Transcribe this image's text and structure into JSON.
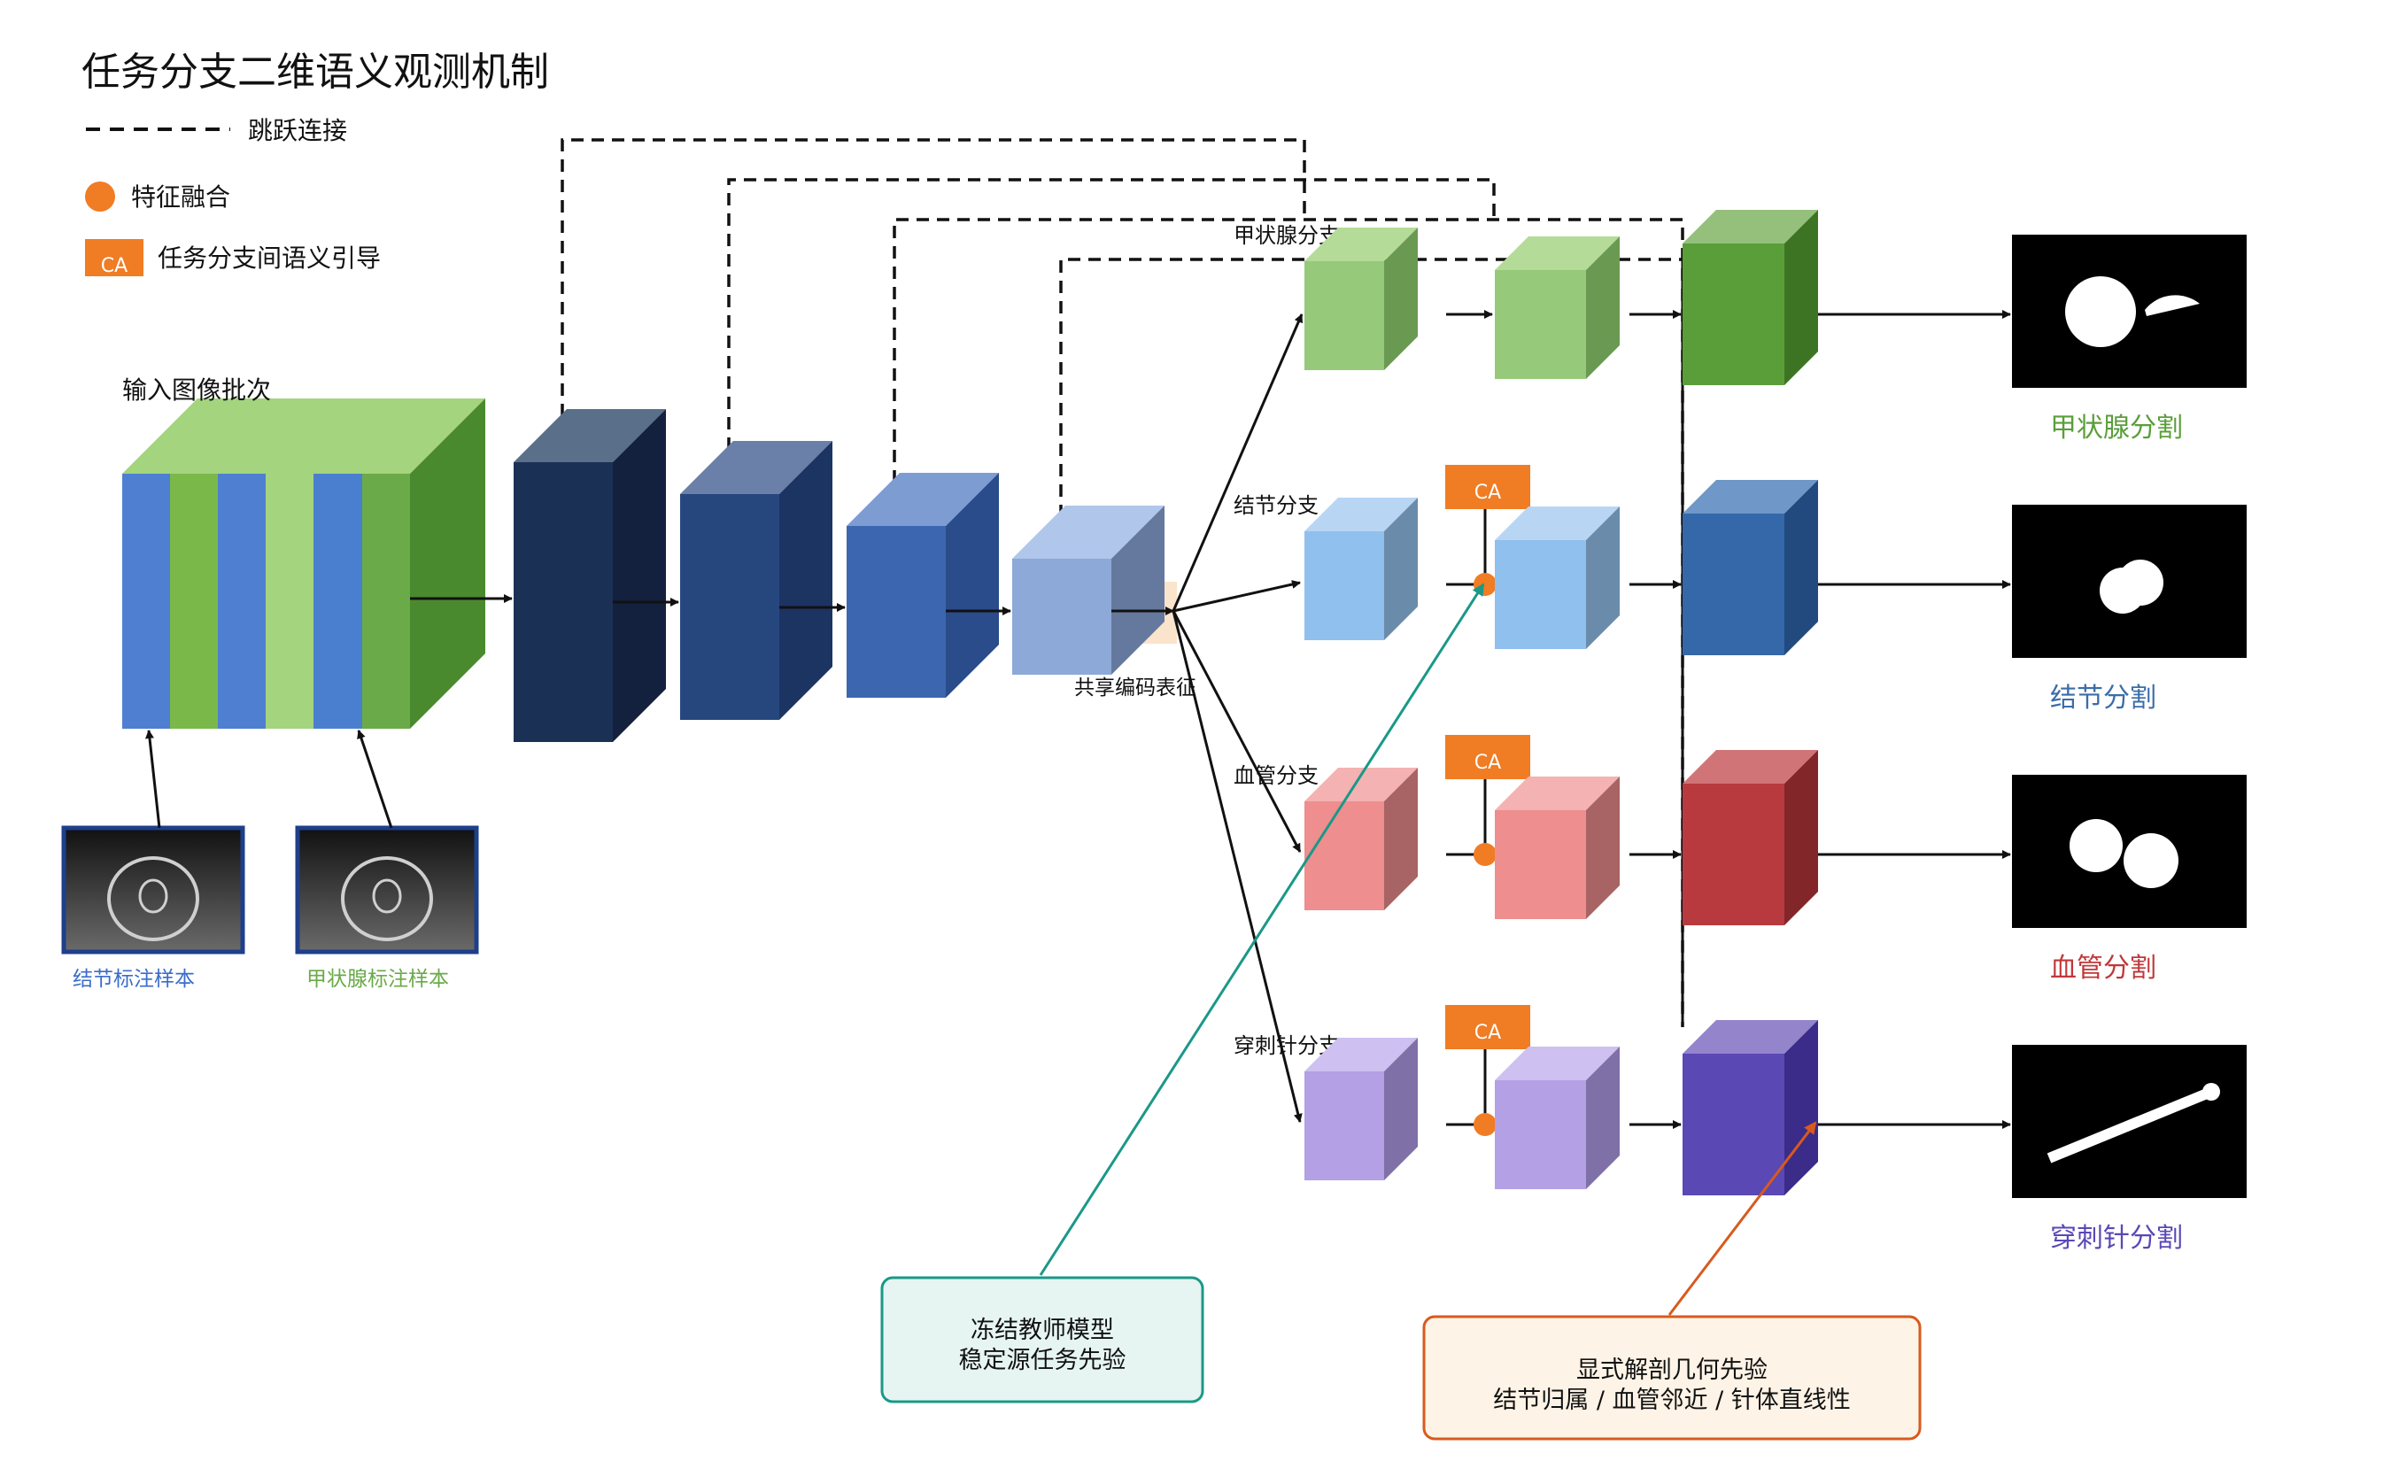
{
  "title": "任务分支二维语义观测机制",
  "legend": {
    "skip": "跳跃连接",
    "fusion": "特征融合",
    "ca_tag": "CA",
    "ca_label": "任务分支间语义引导"
  },
  "input": {
    "label": "输入图像批次",
    "sample_nodule": "结节标注样本",
    "sample_thyroid": "甲状腺标注样本"
  },
  "shared_label": "共享编码表征",
  "ca_tag": "CA",
  "branches": [
    {
      "label": "甲状腺分支",
      "output": "甲状腺分割"
    },
    {
      "label": "结节分支",
      "output": "结节分割"
    },
    {
      "label": "血管分支",
      "output": "血管分割"
    },
    {
      "label": "穿刺针分支",
      "output": "穿刺针分割"
    }
  ],
  "notes": {
    "teacher_line1": "冻结教师模型",
    "teacher_line2": "稳定源任务先验",
    "prior_line1": "显式解剖几何先验",
    "prior_line2": "结节归属 / 血管邻近 / 针体直线性"
  },
  "colors": {
    "thyroid": "#5a9e3a",
    "nodule": "#3a6da8",
    "vessel": "#c0383a",
    "needle": "#5a48b4",
    "ca": "#f07c24",
    "teacher": "#1a9888",
    "prior": "#d85a1e"
  }
}
